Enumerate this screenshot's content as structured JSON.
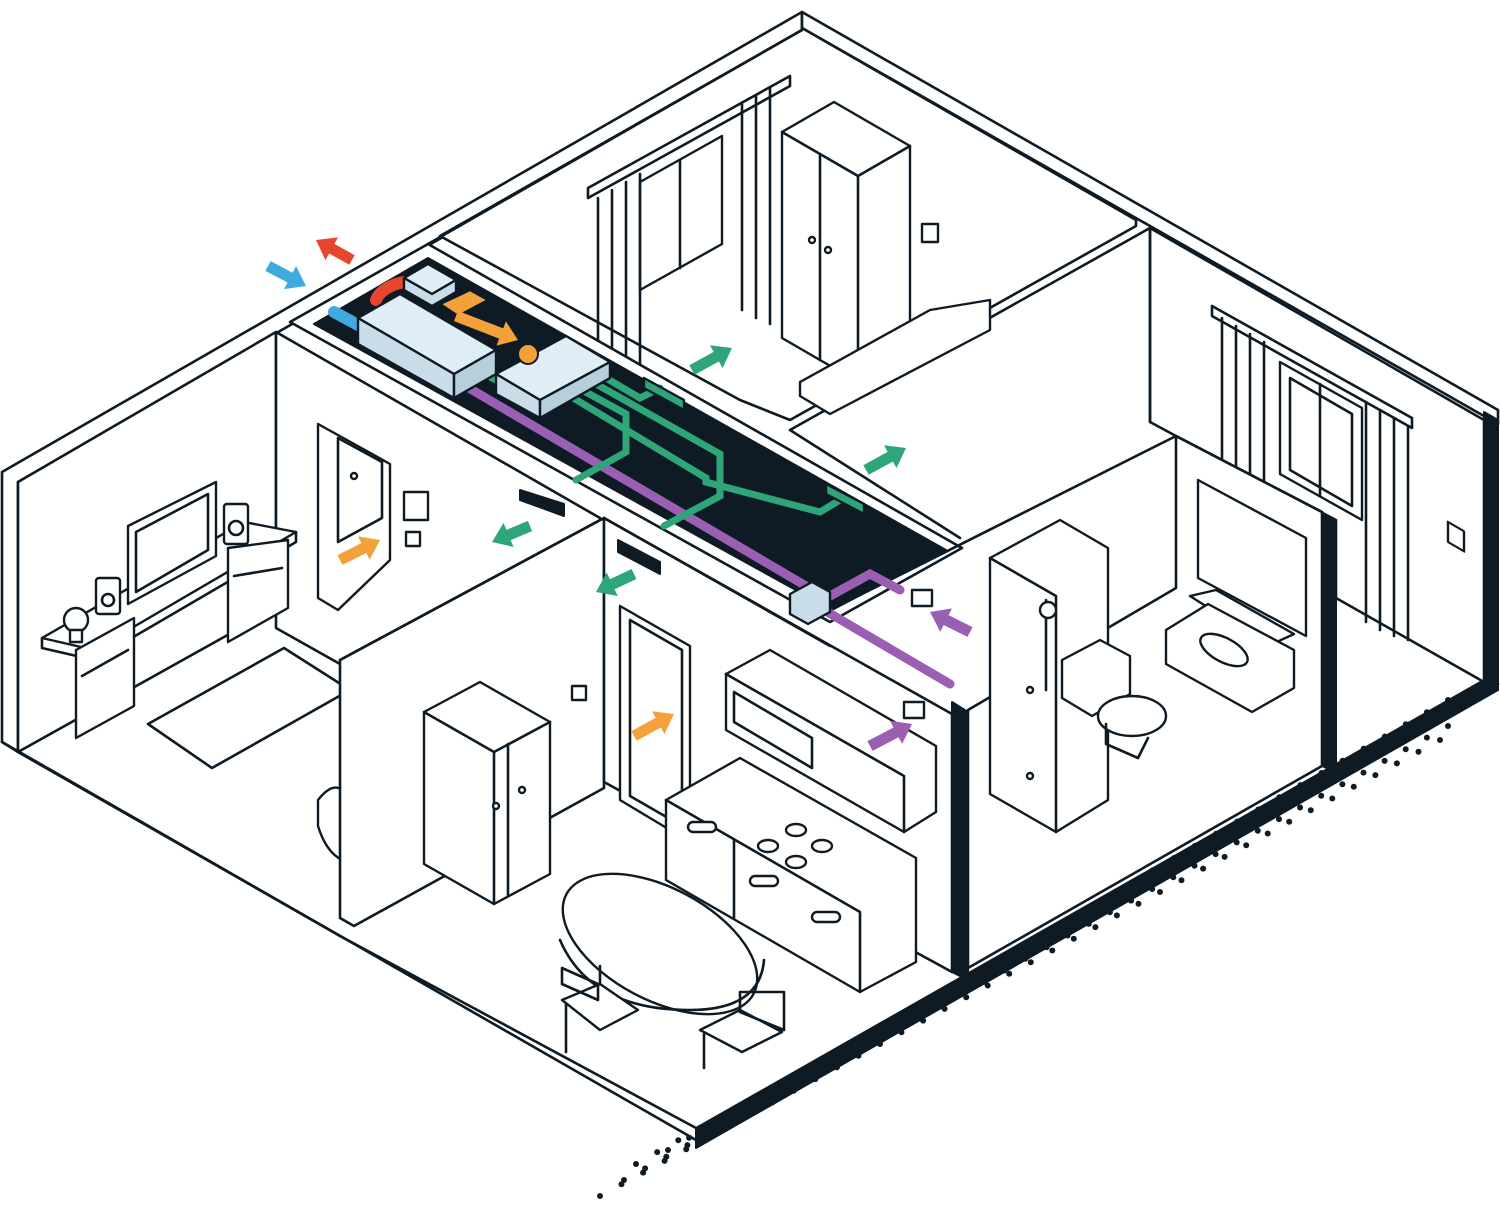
{
  "colors": {
    "outline": "#0e1a24",
    "duct_cavity": "#0e1a24",
    "unit_fill": "#c8dde7",
    "unit_top": "#dfeef4",
    "outdoor_exhaust": "#e8452f",
    "outdoor_intake": "#3fa9e0",
    "heat_recovery": "#f5a13a",
    "supply_air": "#2fa67a",
    "extract_air": "#9a5fb3",
    "dots": "#0e1a24"
  },
  "arrows": [
    {
      "id": "outdoor-exhaust",
      "color_key": "outdoor_exhaust",
      "direction": "out"
    },
    {
      "id": "outdoor-intake",
      "color_key": "outdoor_intake",
      "direction": "in"
    },
    {
      "id": "heat-transfer",
      "color_key": "heat_recovery",
      "direction": "across"
    },
    {
      "id": "supply-bedroom-right",
      "color_key": "supply_air",
      "direction": "into-room"
    },
    {
      "id": "supply-living",
      "color_key": "supply_air",
      "direction": "into-room"
    },
    {
      "id": "supply-office",
      "color_key": "supply_air",
      "direction": "into-room"
    },
    {
      "id": "supply-kitchen",
      "color_key": "supply_air",
      "direction": "into-room"
    },
    {
      "id": "transfer-office-door",
      "color_key": "heat_recovery",
      "direction": "through-door"
    },
    {
      "id": "transfer-kitchen-door",
      "color_key": "heat_recovery",
      "direction": "through-door"
    },
    {
      "id": "extract-bathroom",
      "color_key": "extract_air",
      "direction": "out-of-room"
    },
    {
      "id": "extract-kitchen",
      "color_key": "extract_air",
      "direction": "out-of-room"
    }
  ],
  "rooms": [
    "bedroom",
    "master-bedroom",
    "office",
    "kitchen-dining",
    "bathroom"
  ]
}
